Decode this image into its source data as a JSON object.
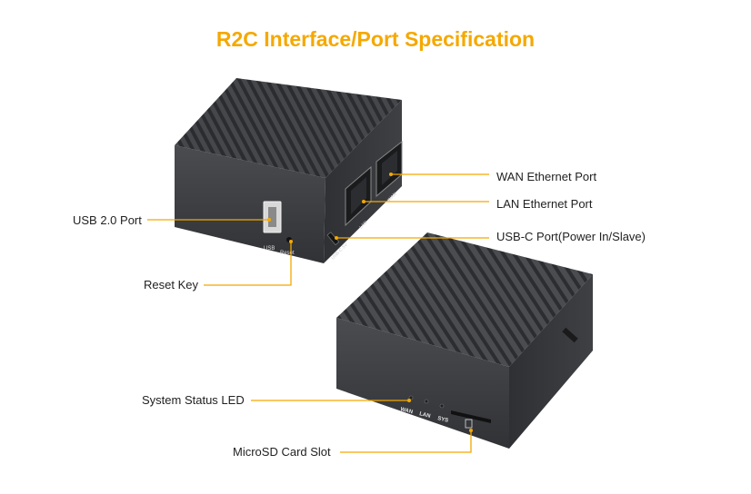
{
  "title": "R2C Interface/Port Specification",
  "labels": {
    "wan_port": "WAN Ethernet Port",
    "lan_port": "LAN Ethernet Port",
    "usbc_port": "USB-C Port(Power In/Slave)",
    "usb2_port": "USB 2.0 Port",
    "reset_key": "Reset Key",
    "status_led": "System Status LED",
    "microsd_slot": "MicroSD Card Slot"
  },
  "device_markings": {
    "usb": "USB",
    "reset": "Reset",
    "lan": "LAN",
    "wan": "WAN",
    "usbc": "USB-C 5V",
    "led_wan": "WAN",
    "led_lan": "LAN",
    "led_sys": "SYS"
  },
  "colors": {
    "accent": "#f5a800",
    "device_body": "#3c3e42",
    "label_text": "#222222"
  }
}
